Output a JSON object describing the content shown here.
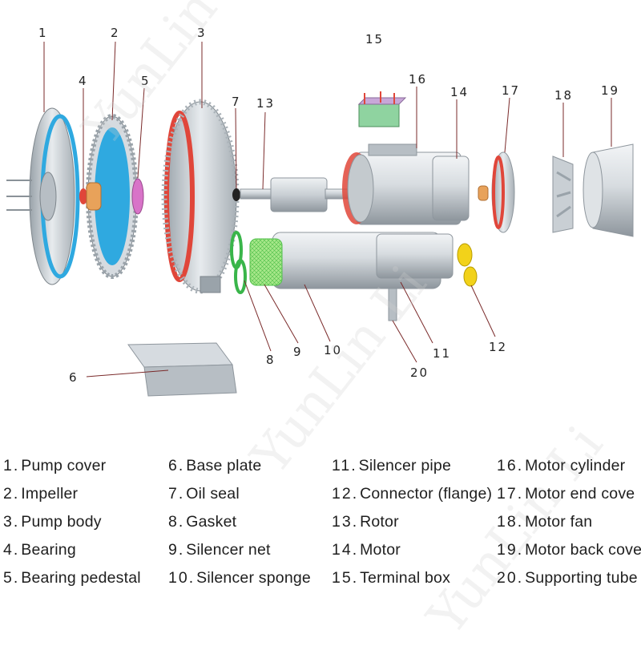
{
  "watermark": "YunLin Li",
  "callouts": [
    "1",
    "2",
    "3",
    "4",
    "5",
    "6",
    "7",
    "8",
    "9",
    "10",
    "11",
    "12",
    "13",
    "14",
    "15",
    "16",
    "17",
    "18",
    "19",
    "20"
  ],
  "legend": [
    [
      {
        "num": "1.",
        "label": "Pump cover"
      },
      {
        "num": "2.",
        "label": "Impeller"
      },
      {
        "num": "3.",
        "label": "Pump body"
      },
      {
        "num": "4.",
        "label": "Bearing"
      },
      {
        "num": "5.",
        "label": "Bearing pedestal"
      }
    ],
    [
      {
        "num": "6.",
        "label": "Base plate"
      },
      {
        "num": "7.",
        "label": "Oil seal"
      },
      {
        "num": "8.",
        "label": "Gasket"
      },
      {
        "num": "9.",
        "label": "Silencer net"
      },
      {
        "num": "10.",
        "label": "Silencer sponge"
      }
    ],
    [
      {
        "num": "11.",
        "label": "Silencer pipe"
      },
      {
        "num": "12.",
        "label": "Connector (flange)"
      },
      {
        "num": "13.",
        "label": "Rotor"
      },
      {
        "num": "14.",
        "label": "Motor"
      },
      {
        "num": "15.",
        "label": "Terminal box"
      }
    ],
    [
      {
        "num": "16.",
        "label": "Motor cylinder"
      },
      {
        "num": "17.",
        "label": "Motor end cove"
      },
      {
        "num": "18.",
        "label": "Motor fan"
      },
      {
        "num": "19.",
        "label": "Motor back cover"
      },
      {
        "num": "20.",
        "label": "Supporting tube"
      }
    ]
  ],
  "colors": {
    "metal": "#c9cfd4",
    "metal_dark": "#9aa3aa",
    "impeller_blue": "#2fa9e0",
    "gasket_red": "#e0463a",
    "bearing_orange": "#e8a25a",
    "pedestal_pink": "#d873c8",
    "sponge_green": "#9be07a",
    "gasket_green": "#39b54a",
    "connector_yellow": "#f2d21a",
    "terminal_green": "#8fd3a0"
  }
}
